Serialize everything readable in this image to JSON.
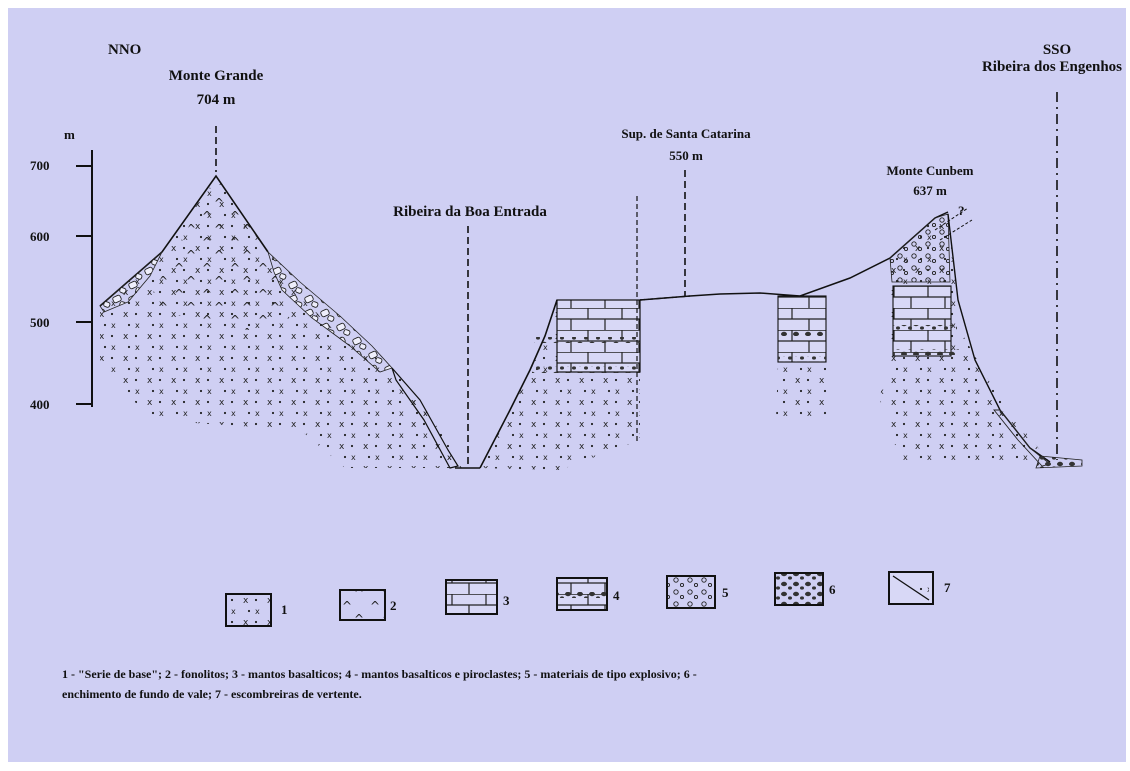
{
  "ends": {
    "left": "NNO",
    "right_dir": "SSO",
    "right_name": "Ribeira dos Engenhos"
  },
  "axis": {
    "unit": "m",
    "ticks": [
      "700",
      "600",
      "500",
      "400"
    ]
  },
  "peaks": [
    {
      "name": "Monte Grande",
      "elev": "704 m"
    },
    {
      "name": "Ribeira da Boa Entrada",
      "elev": ""
    },
    {
      "name": "Sup. de Santa Catarina",
      "elev": "550 m"
    },
    {
      "name": "Monte Cunbem",
      "elev": "637 m"
    }
  ],
  "question_mark": "?",
  "legend": {
    "numbers": [
      "1",
      "2",
      "3",
      "4",
      "5",
      "6",
      "7"
    ],
    "line1": "1 - \"Serie de base\"; 2 - fonolitos; 3 - mantos basalticos; 4 - mantos basalticos e piroclastes; 5 - materiais de tipo explosivo; 6 -",
    "line2": "enchimento de fundo de vale; 7 - escombreiras de vertente."
  }
}
